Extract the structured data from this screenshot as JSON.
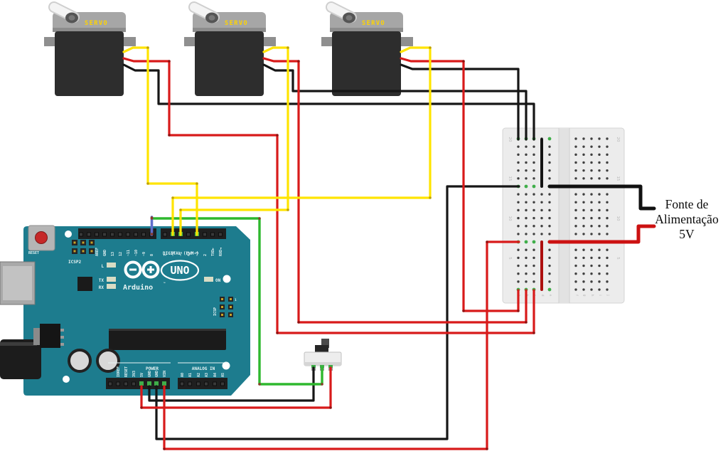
{
  "caption": {
    "lines": [
      "Fonte de",
      "Alimentação",
      "5V"
    ]
  },
  "servo": {
    "label": "SERVO"
  },
  "arduino": {
    "reset": "RESET",
    "icsp2": "ICSP2",
    "icsp": "ICSP",
    "icsp_pin1": "1",
    "led_l": "L",
    "led_tx": "TX",
    "led_rx": "RX",
    "on": "ON",
    "digital_caption": "DIGITAL (PWM~)",
    "brand": "Arduino",
    "trademark": "™",
    "model": "UNO",
    "power_caption": "POWER",
    "analog_caption": "ANALOG IN",
    "digital_left": [
      "AREF",
      "GND",
      "13",
      "12",
      "~11",
      "~10",
      "~9",
      "8"
    ],
    "digital_right": [
      "7",
      "~6",
      "~5",
      "4",
      "~3",
      "2",
      "TXD►",
      "RXD◄"
    ],
    "power_pins": [
      "IOREF",
      "RESET",
      "3V3",
      "5V",
      "GND",
      "GND",
      "VIN"
    ],
    "analog_pins": [
      "A0",
      "A1",
      "A2",
      "A3",
      "A4",
      "A5"
    ]
  },
  "breadboard": {
    "row_labels": [
      "20",
      "15",
      "10",
      "5"
    ],
    "col_letters_left": [
      "a",
      "b",
      "c",
      "d",
      "e"
    ],
    "col_letters_right": [
      "f",
      "g",
      "h",
      "i",
      "j"
    ]
  },
  "wires": {
    "colors": {
      "servo_signal": "#ffe400",
      "power_5v": "#d81a1a",
      "ground": "#161616",
      "switch_signal": "#2eb82e",
      "pin8_jumper": "#5f6ecc",
      "connection_highlight": "#3fae49",
      "board_teal": "#1d7c8e"
    }
  }
}
